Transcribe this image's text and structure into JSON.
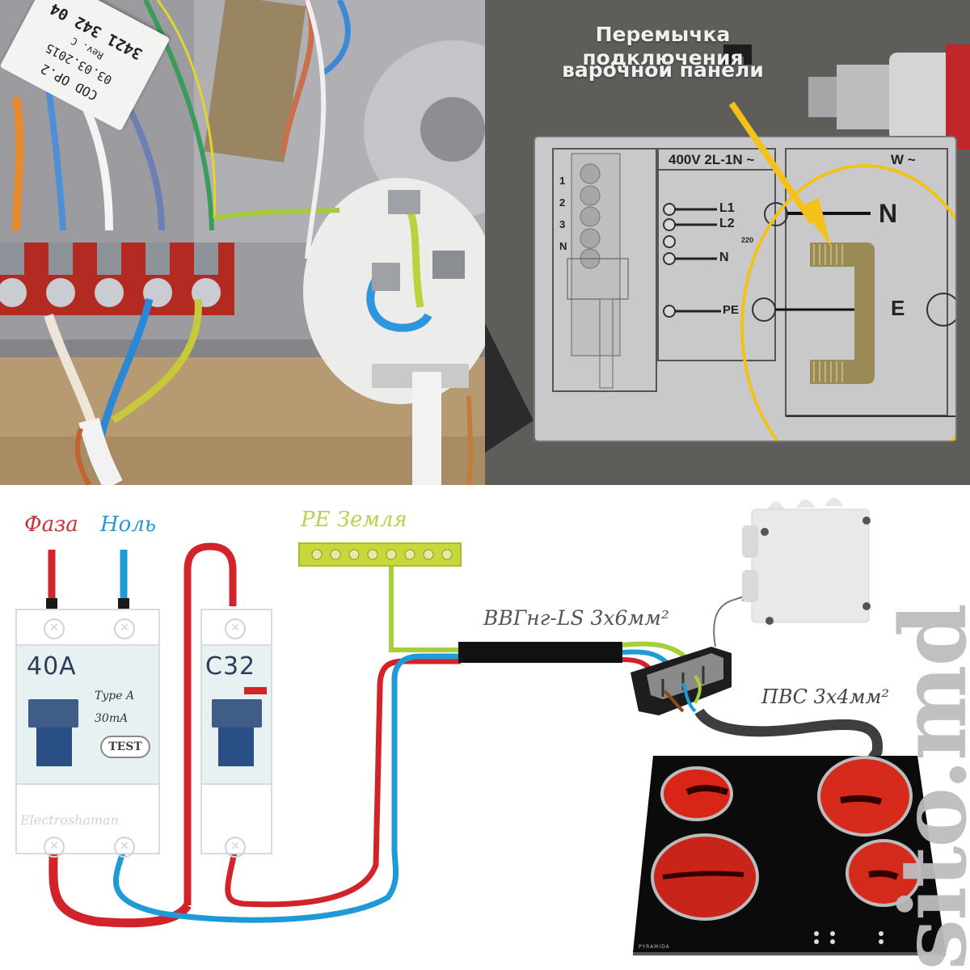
{
  "top_left_photo": {
    "description": "Photo of cooktop terminal block with wires",
    "sticker": {
      "lines": [
        "3421 342 04",
        "Rev. C",
        "03.03.2015",
        "COD OP.2"
      ]
    }
  },
  "top_right_photo": {
    "callout": {
      "line1": "Перемычка подключения",
      "line2": "варочной панели"
    },
    "plate": {
      "terminal_numbers": [
        "1",
        "2",
        "3",
        "N"
      ],
      "header_left": "400V  2L-1N ~",
      "header_right": "W ~",
      "terminals": [
        {
          "num": "1",
          "label": "L1"
        },
        {
          "num": "2",
          "label": "L2"
        },
        {
          "num": "3",
          "label": ""
        },
        {
          "num": "N",
          "label": "N"
        }
      ],
      "pe_label": "PE",
      "voltage_small": "220",
      "zoom_labels": {
        "n": "N",
        "e": "E"
      }
    },
    "colors": {
      "highlight": "#f2c21b",
      "jumper": "#9a8a55"
    }
  },
  "diagram": {
    "labels": {
      "phase": "Фаза",
      "neutral": "Ноль",
      "earth": "PE Земля",
      "cable_main": "ВВГнг-LS 3х6мм²",
      "cable_hob": "ПВС 3х4мм²"
    },
    "rcd": {
      "rating": "40A",
      "type": "Type A",
      "sensitivity": "30mA",
      "test_label": "TEST",
      "brand": "Electroshaman"
    },
    "breaker": {
      "rating": "C32"
    },
    "hob": {
      "brand": "PYRAMIDA",
      "zones": 4
    },
    "colors": {
      "phase": "#d2232a",
      "neutral": "#1e9ad6",
      "earth": "#a6cf3a",
      "cable": "#111111",
      "hob_zone": "#e3281e"
    }
  },
  "watermark": "sito.md"
}
